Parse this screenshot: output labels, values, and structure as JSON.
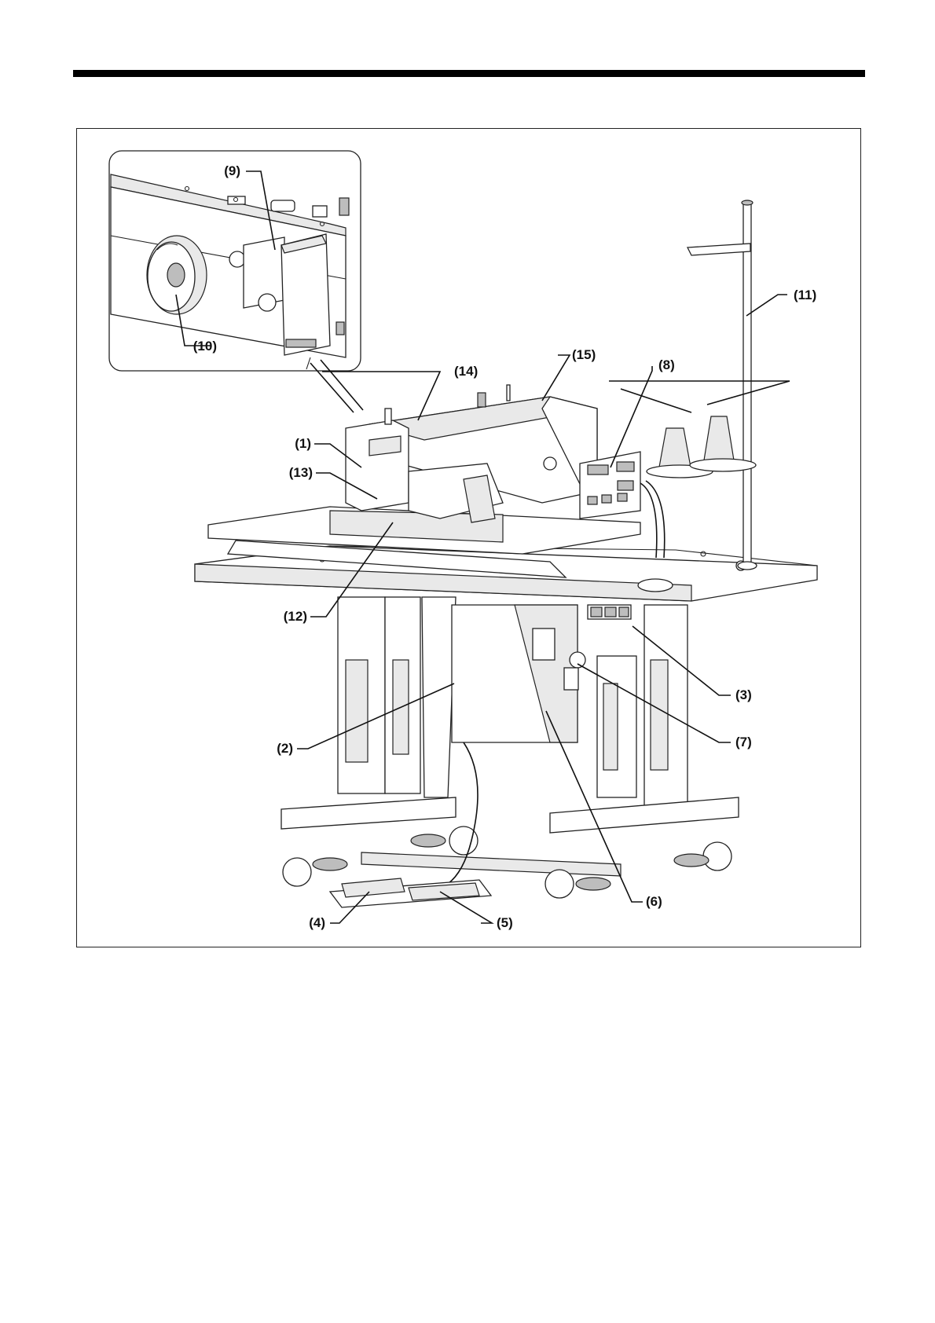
{
  "figure": {
    "callouts": [
      {
        "id": "1",
        "label": "(1)"
      },
      {
        "id": "2",
        "label": "(2)"
      },
      {
        "id": "3",
        "label": "(3)"
      },
      {
        "id": "4",
        "label": "(4)"
      },
      {
        "id": "5",
        "label": "(5)"
      },
      {
        "id": "6",
        "label": "(6)"
      },
      {
        "id": "7",
        "label": "(7)"
      },
      {
        "id": "8",
        "label": "(8)"
      },
      {
        "id": "9",
        "label": "(9)"
      },
      {
        "id": "10",
        "label": "(10)"
      },
      {
        "id": "11",
        "label": "(11)"
      },
      {
        "id": "12",
        "label": "(12)"
      },
      {
        "id": "13",
        "label": "(13)"
      },
      {
        "id": "14",
        "label": "(14)"
      },
      {
        "id": "15",
        "label": "(15)"
      }
    ]
  }
}
